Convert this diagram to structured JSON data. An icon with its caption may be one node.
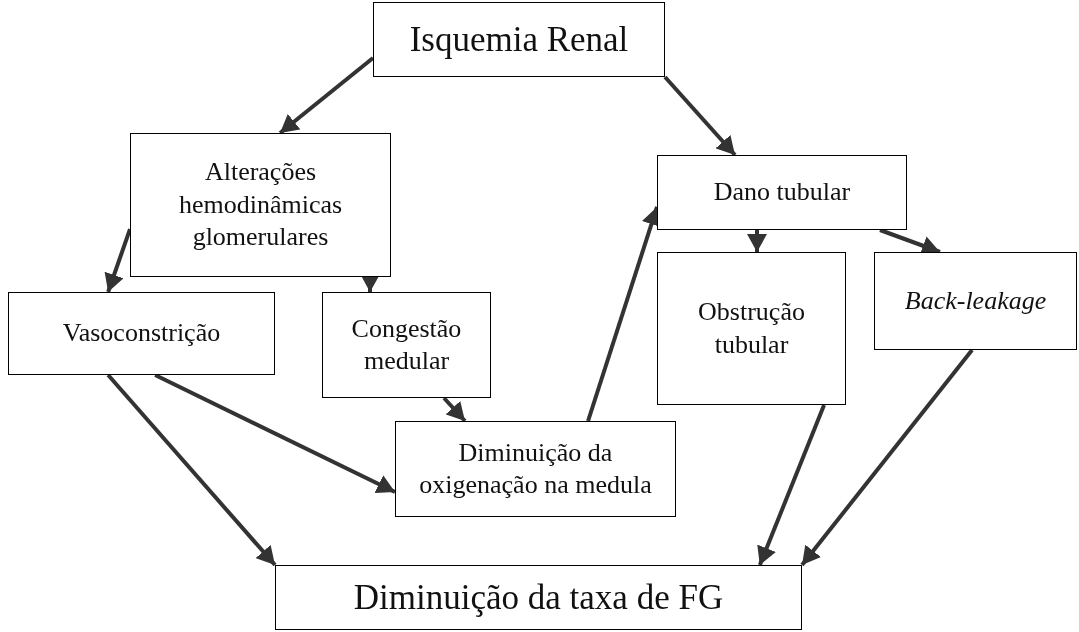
{
  "diagram": {
    "nodes": [
      {
        "text": [
          "Isquemia Renal"
        ]
      },
      {
        "text": [
          "Alterações hemodinâmicas glomerulares"
        ]
      },
      {
        "text": [
          "Dano tubular"
        ]
      },
      {
        "text": [
          "Vasoconstrição"
        ]
      },
      {
        "text": [
          "Congestão medular"
        ]
      },
      {
        "text": [
          "Obstrução tubular"
        ]
      },
      {
        "text": [
          "Back-leakage"
        ]
      },
      {
        "text": [
          "Diminuição da oxigenação na medula"
        ]
      },
      {
        "text": [
          "Diminuição da taxa de FG"
        ]
      }
    ],
    "edges": [
      {
        "from": 0,
        "to": 1,
        "arrow": "to"
      },
      {
        "from": 0,
        "to": 2,
        "arrow": "to"
      },
      {
        "from": 1,
        "to": 3,
        "arrow": "to"
      },
      {
        "from": 1,
        "to": 4,
        "arrow": "to"
      },
      {
        "from": 2,
        "to": 5,
        "arrow": "to"
      },
      {
        "from": 2,
        "to": 6,
        "arrow": "to"
      },
      {
        "from": 3,
        "to": 8,
        "arrow": "to"
      },
      {
        "from": 3,
        "to": 7,
        "arrow": "to"
      },
      {
        "from": 4,
        "to": 7,
        "arrow": "to"
      },
      {
        "from": 7,
        "to": 2,
        "arrow": "to"
      },
      {
        "from": 5,
        "to": 8,
        "arrow": "to"
      },
      {
        "from": 6,
        "to": 8,
        "arrow": "to"
      }
    ]
  }
}
